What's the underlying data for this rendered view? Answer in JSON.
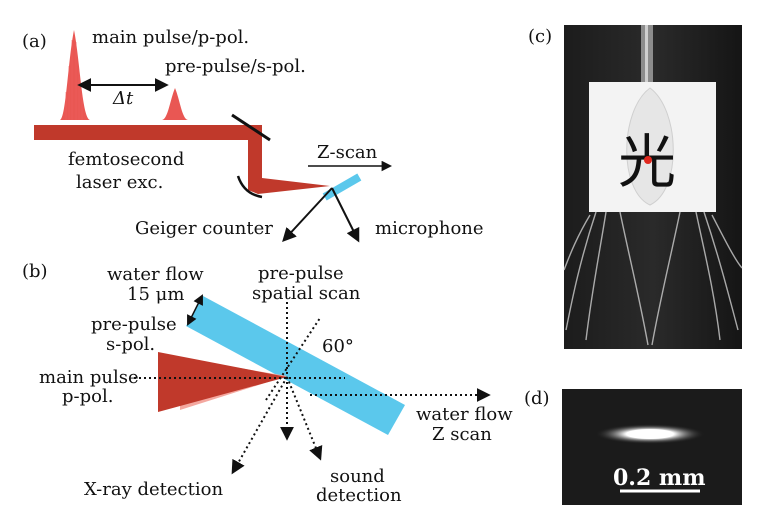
{
  "panel_a": {
    "tag": "(a)",
    "main_pulse": "main pulse/p-pol.",
    "pre_pulse": "pre-pulse/s-pol.",
    "delay": "Δt",
    "laser_line1": "femtosecond",
    "laser_line2": "laser exc.",
    "zscan": "Z-scan",
    "geiger": "Geiger counter",
    "microphone": "microphone"
  },
  "panel_b": {
    "tag": "(b)",
    "water_flow_line1": "water flow",
    "water_flow_line2": "15 μm",
    "pre_scan_line1": "pre-pulse",
    "pre_scan_line2": "spatial scan",
    "pre_pol_line1": "pre-pulse",
    "pre_pol_line2": "s-pol.",
    "angle": "60°",
    "main_line1": "main pulse",
    "main_line2": "p-pol.",
    "flow_z_line1": "water flow",
    "flow_z_line2": "Z scan",
    "xray": "X-ray detection",
    "sound_line1": "sound",
    "sound_line2": "detection"
  },
  "panel_c": {
    "tag": "(c)",
    "character": "光"
  },
  "panel_d": {
    "tag": "(d)",
    "scale_bar": "0.2 mm"
  },
  "colors": {
    "laser": "#c0392b",
    "pulse": "#e53935",
    "water": "#5bc8ec",
    "pre_beam": "#f4a8a0"
  }
}
